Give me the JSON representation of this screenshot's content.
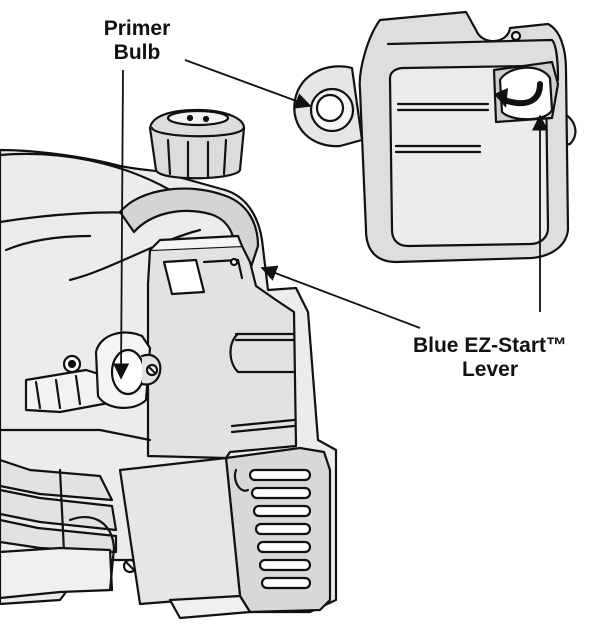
{
  "labels": {
    "primer_bulb": {
      "line1": "Primer",
      "line2": "Bulb"
    },
    "ez_start_lever": {
      "line1": "Blue EZ-Start™",
      "line2": "Lever"
    }
  },
  "colors": {
    "ink": "#111111",
    "fill_light": "#f0f0f0",
    "fill_mid": "#d9d9d9",
    "fill_dark": "#bfbfbf",
    "background": "#ffffff"
  }
}
